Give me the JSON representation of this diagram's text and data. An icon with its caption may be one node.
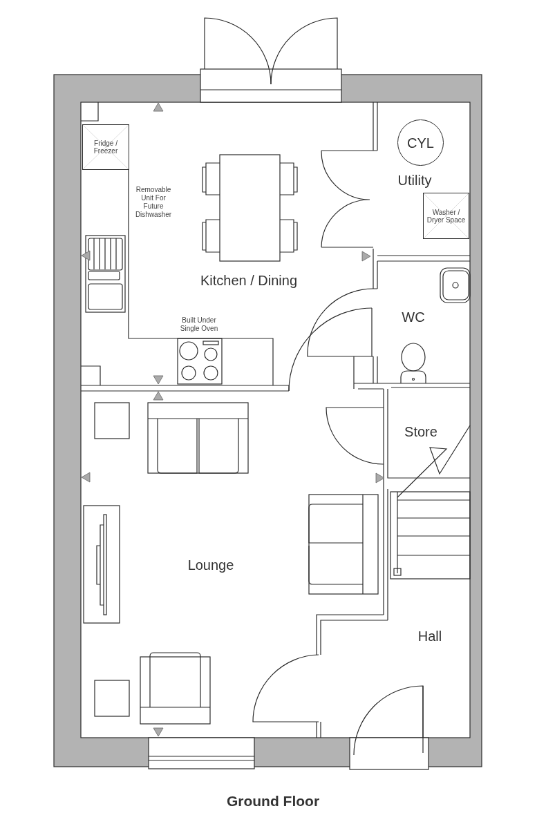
{
  "diagram": {
    "caption": "Ground Floor",
    "nodes": [
      {
        "text": [
          "Fridge / Freezer"
        ]
      },
      {
        "text": [
          "CYL"
        ]
      },
      {
        "text": [
          "Utility"
        ]
      },
      {
        "text": [
          "Washer / Dryer Space"
        ]
      },
      {
        "text": [
          "Kitchen / Dining"
        ]
      },
      {
        "text": [
          "WC"
        ]
      },
      {
        "text": [
          "Store"
        ]
      },
      {
        "text": [
          "Lounge"
        ]
      },
      {
        "text": [
          "Hall"
        ]
      }
    ],
    "labels": [
      "Removable Unit For Future Dishwasher",
      "Built Under Single Oven"
    ]
  }
}
